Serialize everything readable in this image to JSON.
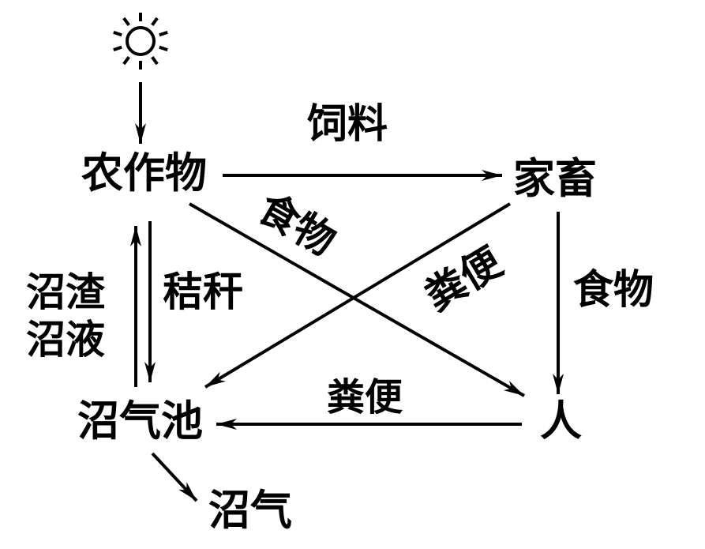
{
  "diagram": {
    "description_type": "ecological-agriculture-cycle-diagram",
    "nodes": {
      "crops": "农作物",
      "livestock": "家畜",
      "person": "人",
      "digester": "沼气池",
      "biogas": "沼气"
    },
    "edges": {
      "feed": "饲料",
      "food_crops_to_person": "食物",
      "manure_livestock_to_digester": "粪便",
      "straw": "秸秆",
      "residue_line1": "沼渣",
      "residue_line2": "沼液",
      "food_livestock_to_person": "食物",
      "manure_person_to_digester": "粪便"
    },
    "icons": {
      "sun": "sun-icon"
    },
    "connections": [
      {
        "from": "sun",
        "to": "crops",
        "label": ""
      },
      {
        "from": "crops",
        "to": "livestock",
        "label": "饲料"
      },
      {
        "from": "crops",
        "to": "person",
        "label": "食物"
      },
      {
        "from": "crops",
        "to": "digester",
        "label": "秸秆"
      },
      {
        "from": "digester",
        "to": "crops",
        "label": "沼渣沼液"
      },
      {
        "from": "livestock",
        "to": "person",
        "label": "食物"
      },
      {
        "from": "livestock",
        "to": "digester",
        "label": "粪便"
      },
      {
        "from": "person",
        "to": "digester",
        "label": "粪便"
      },
      {
        "from": "digester",
        "to": "biogas",
        "label": ""
      }
    ],
    "colors": {
      "ink": "#000000",
      "background": "#ffffff"
    }
  }
}
